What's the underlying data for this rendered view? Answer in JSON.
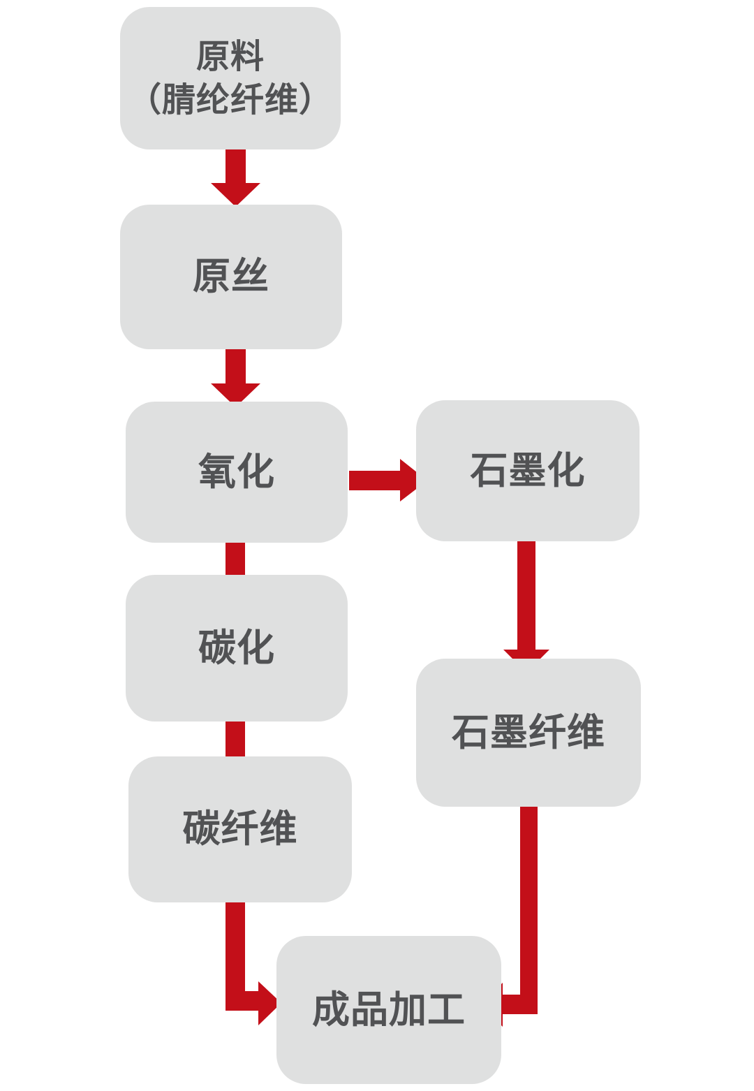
{
  "colors": {
    "background": "#ffffff",
    "node_fill": "#dfe0e0",
    "node_text": "#515254",
    "arrow": "#c30f19"
  },
  "nodes": {
    "raw": {
      "label": "原料\n（腈纶纤维）"
    },
    "precursor": {
      "label": "原丝"
    },
    "oxidation": {
      "label": "氧化"
    },
    "graphitization": {
      "label": "石墨化"
    },
    "carbonization": {
      "label": "碳化"
    },
    "graphite_fiber": {
      "label": "石墨纤维"
    },
    "carbon_fiber": {
      "label": "碳纤维"
    },
    "finished": {
      "label": "成品加工"
    }
  },
  "edges": [
    {
      "from": "raw",
      "to": "precursor"
    },
    {
      "from": "precursor",
      "to": "oxidation"
    },
    {
      "from": "oxidation",
      "to": "graphitization"
    },
    {
      "from": "oxidation",
      "to": "carbonization"
    },
    {
      "from": "graphitization",
      "to": "graphite_fiber"
    },
    {
      "from": "carbonization",
      "to": "carbon_fiber"
    },
    {
      "from": "carbon_fiber",
      "to": "finished"
    },
    {
      "from": "graphite_fiber",
      "to": "finished"
    }
  ]
}
